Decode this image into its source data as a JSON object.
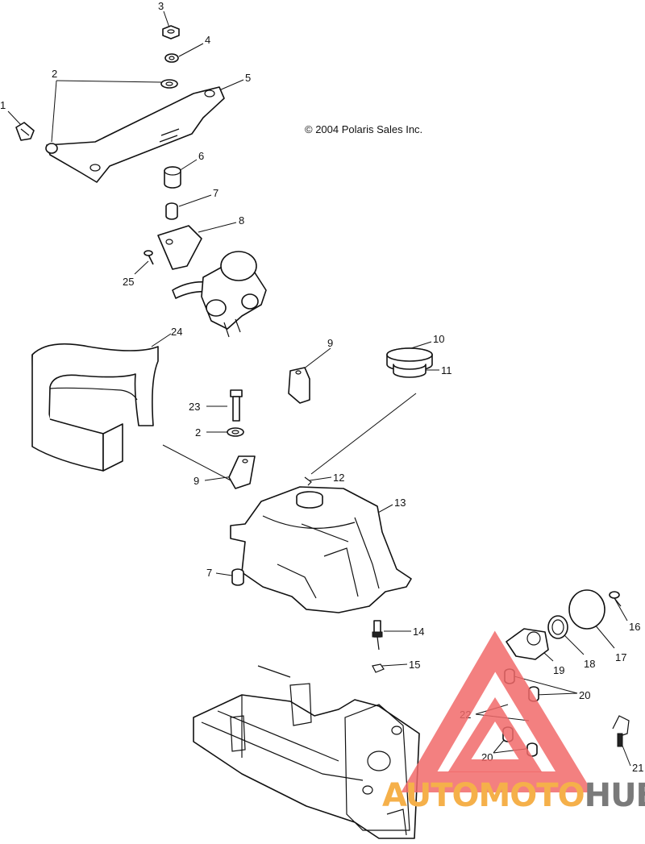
{
  "copyright": "© 2004 Polaris Sales Inc.",
  "callouts": [
    {
      "id": "c1",
      "text": "1"
    },
    {
      "id": "c2a",
      "text": "2"
    },
    {
      "id": "c2b",
      "text": "2"
    },
    {
      "id": "c3",
      "text": "3"
    },
    {
      "id": "c4",
      "text": "4"
    },
    {
      "id": "c5",
      "text": "5"
    },
    {
      "id": "c6",
      "text": "6"
    },
    {
      "id": "c7a",
      "text": "7"
    },
    {
      "id": "c7b",
      "text": "7"
    },
    {
      "id": "c8",
      "text": "8"
    },
    {
      "id": "c9a",
      "text": "9"
    },
    {
      "id": "c9b",
      "text": "9"
    },
    {
      "id": "c10",
      "text": "10"
    },
    {
      "id": "c11",
      "text": "11"
    },
    {
      "id": "c12",
      "text": "12"
    },
    {
      "id": "c13",
      "text": "13"
    },
    {
      "id": "c14",
      "text": "14"
    },
    {
      "id": "c15",
      "text": "15"
    },
    {
      "id": "c16",
      "text": "16"
    },
    {
      "id": "c17",
      "text": "17"
    },
    {
      "id": "c18",
      "text": "18"
    },
    {
      "id": "c19",
      "text": "19"
    },
    {
      "id": "c20a",
      "text": "20"
    },
    {
      "id": "c20b",
      "text": "20"
    },
    {
      "id": "c21",
      "text": "21"
    },
    {
      "id": "c22",
      "text": "22"
    },
    {
      "id": "c23",
      "text": "23"
    },
    {
      "id": "c24",
      "text": "24"
    },
    {
      "id": "c25",
      "text": "25"
    }
  ],
  "watermark": {
    "part1": "AUTOMOTO",
    "part2": "HUB",
    "color1": "#f5b04a",
    "color2": "#7a7a7a",
    "triangle_color": "#f16a6a"
  }
}
